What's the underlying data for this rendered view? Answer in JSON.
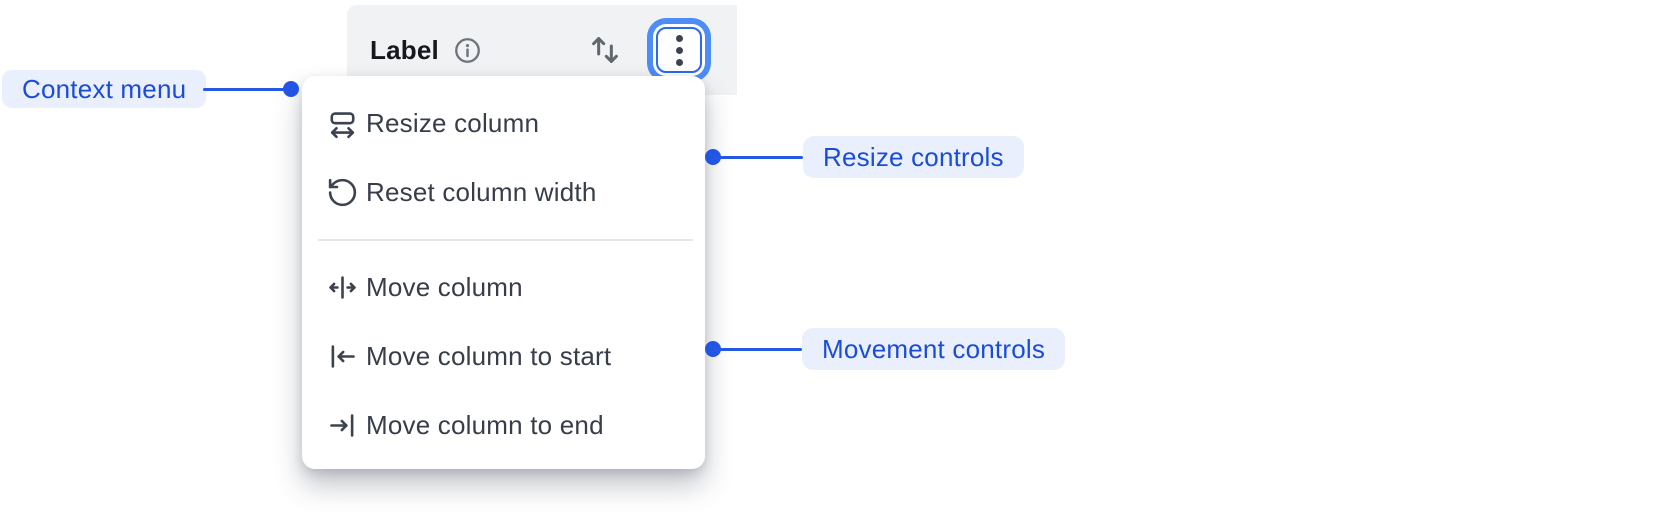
{
  "column_header": {
    "label": "Label",
    "info_icon": "info-circle",
    "sort_icon": "sort-arrows-up-down",
    "menu_icon": "vertical-ellipsis"
  },
  "context_menu": {
    "sections": [
      {
        "name": "resize",
        "items": [
          {
            "label": "Resize column",
            "icon": "resize-column-horizontal"
          },
          {
            "label": "Reset column width",
            "icon": "rotate-ccw-reset"
          }
        ]
      },
      {
        "name": "movement",
        "items": [
          {
            "label": "Move column",
            "icon": "move-column-left-right"
          },
          {
            "label": "Move column to start",
            "icon": "move-column-to-start"
          },
          {
            "label": "Move column to end",
            "icon": "move-column-to-end"
          }
        ]
      }
    ]
  },
  "annotations": {
    "context_menu": {
      "label": "Context menu"
    },
    "resize_controls": {
      "label": "Resize controls"
    },
    "movement_controls": {
      "label": "Movement controls"
    }
  },
  "colors": {
    "annotation_text_blue": "#1b4cd7",
    "annotation_pill_bg": "#e9effd",
    "connector_blue": "#2458e4",
    "focus_ring_blue": "#4e8cf7",
    "header_bg": "#f1f2f3",
    "menu_bg": "#ffffff",
    "menu_text": "#373e4a",
    "icon_gray": "#61676f"
  }
}
